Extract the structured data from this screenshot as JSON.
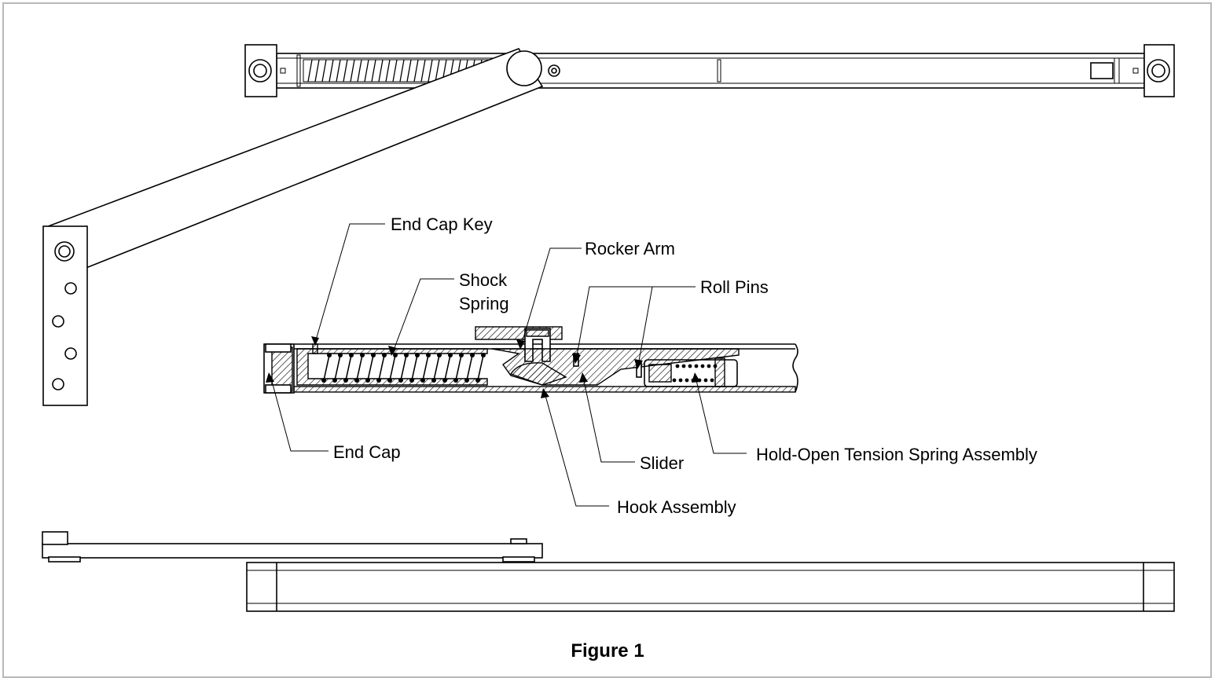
{
  "labels": {
    "end_cap_key": "End Cap Key",
    "rocker_arm": "Rocker Arm",
    "shock_spring_1": "Shock",
    "shock_spring_2": "Spring",
    "roll_pins": "Roll Pins",
    "end_cap": "End Cap",
    "slider": "Slider",
    "hold_open": "Hold-Open Tension Spring Assembly",
    "hook_assembly": "Hook Assembly"
  },
  "caption": "Figure 1"
}
